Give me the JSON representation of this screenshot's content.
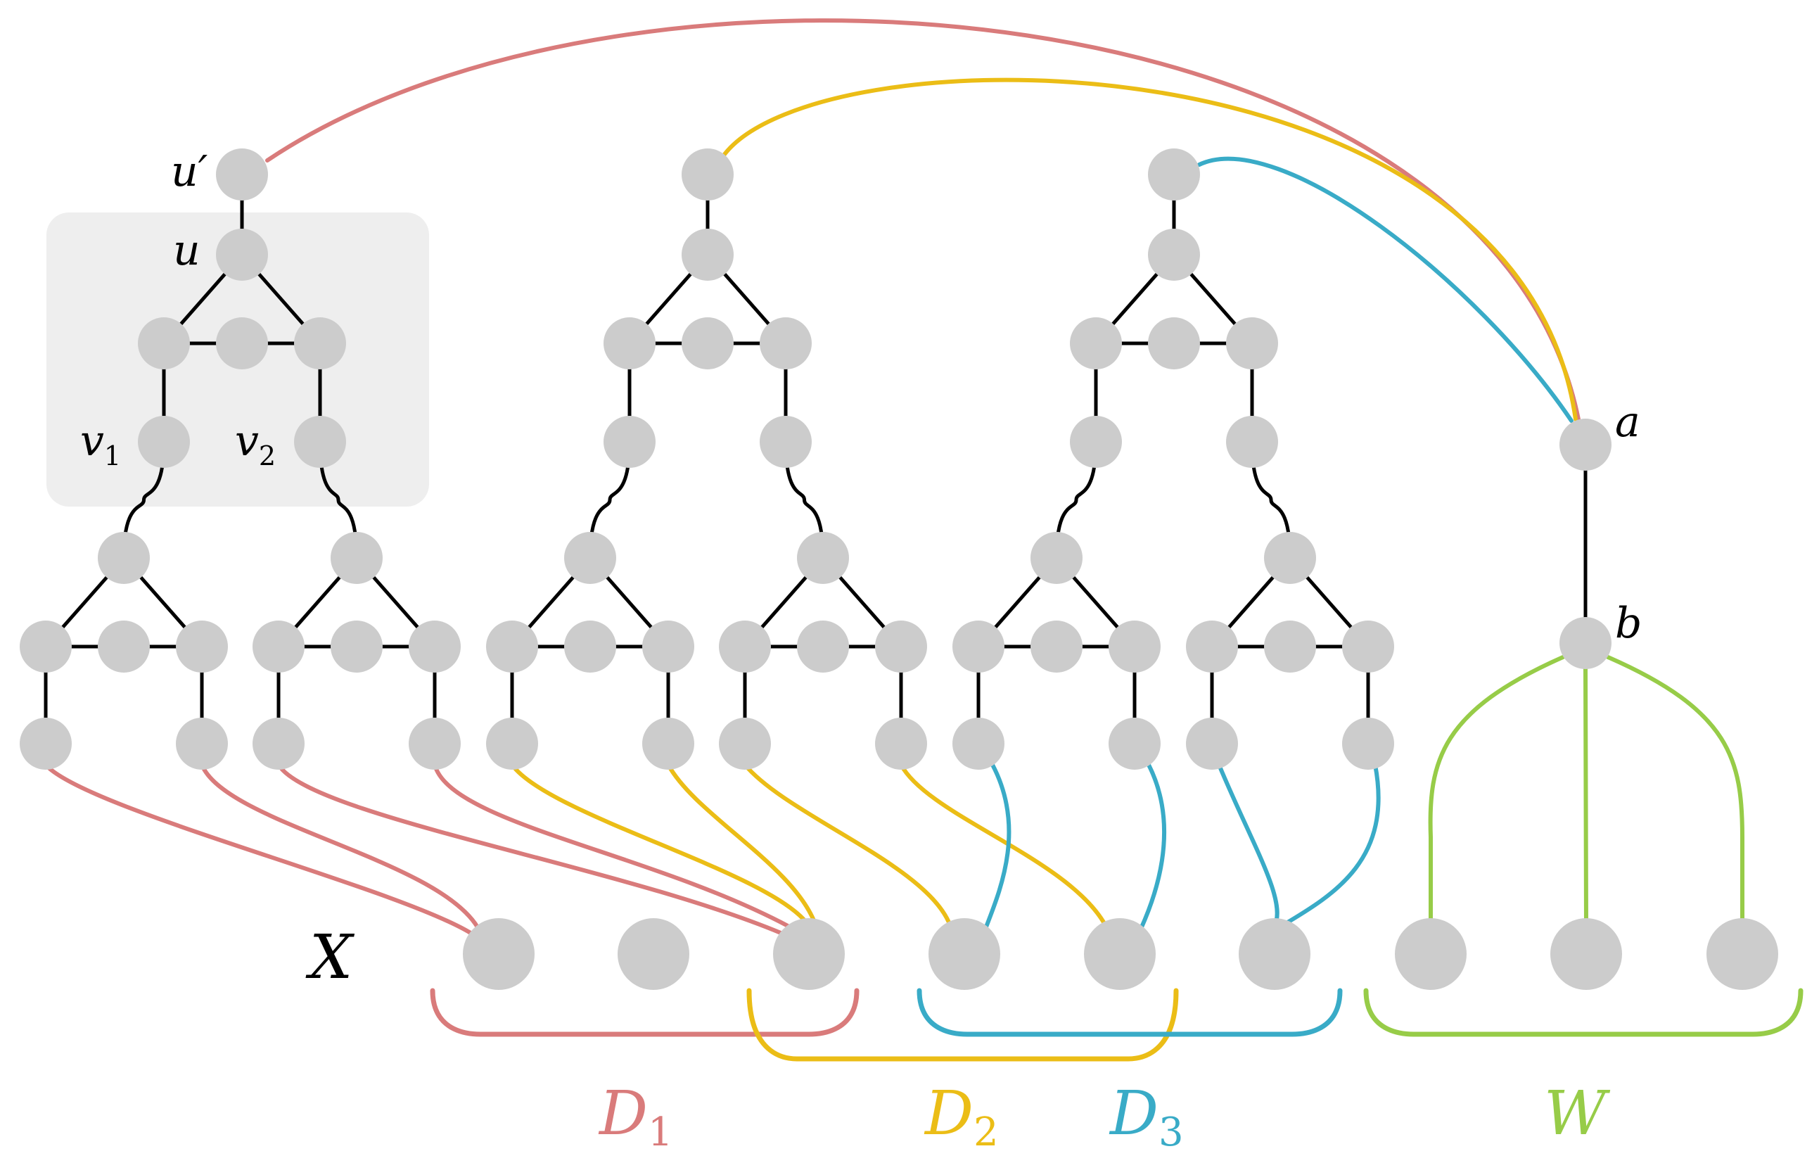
{
  "colors": {
    "node": "#cccccc",
    "edge": "#000000",
    "highlight_box": "#eeeeee",
    "d1": "#d97b7b",
    "d2": "#ebbd16",
    "d3": "#39abc7",
    "w": "#97cc48"
  },
  "labels": {
    "u_prime": "u′",
    "u": "u",
    "v1_main": "v",
    "v1_sub": "1",
    "v2_main": "v",
    "v2_sub": "2",
    "a": "a",
    "b": "b",
    "x": "X",
    "d1_main": "D",
    "d1_sub": "1",
    "d2_main": "D",
    "d2_sub": "2",
    "d3_main": "D",
    "d3_sub": "3",
    "w": "W"
  }
}
